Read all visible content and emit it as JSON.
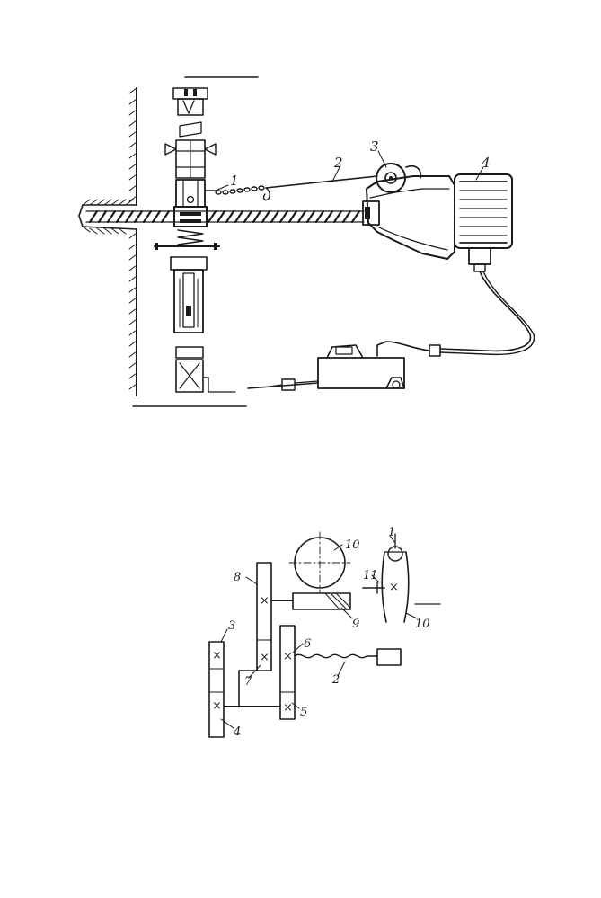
{
  "figure_top": {
    "labels": [
      "1",
      "2",
      "3",
      "4"
    ]
  },
  "figure_bottom": {
    "labels": [
      "1",
      "2",
      "3",
      "4",
      "5",
      "6",
      "7",
      "8",
      "9",
      "10",
      "10",
      "11"
    ]
  }
}
